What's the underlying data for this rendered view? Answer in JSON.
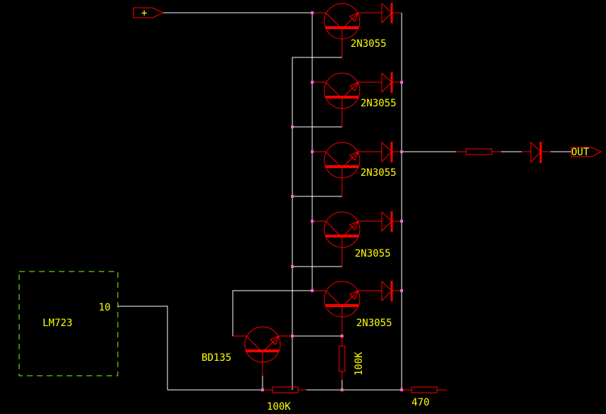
{
  "title": "2N3055 parallel pass transistor regulator schematic",
  "colors": {
    "background": "#000000",
    "wire": "#ffffff",
    "component": "#ff0000",
    "junction": "#ff66cc",
    "label": "#ffff00",
    "ic_outline": "#88ff00"
  },
  "ports": {
    "input": "+",
    "output": "OUT"
  },
  "ic": {
    "name": "LM723",
    "pin": "10"
  },
  "transistors": [
    {
      "label": "2N3055"
    },
    {
      "label": "2N3055"
    },
    {
      "label": "2N3055"
    },
    {
      "label": "2N3055"
    },
    {
      "label": "2N3055"
    },
    {
      "label": "BD135"
    }
  ],
  "resistors": {
    "base_vertical": "100K",
    "base_horizontal": "100K",
    "sense": "470"
  }
}
